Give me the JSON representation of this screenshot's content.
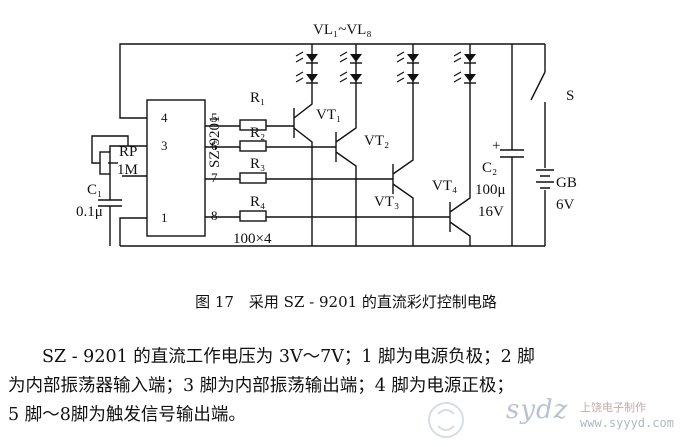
{
  "diagram": {
    "led_group_label": "VL₁~VL₈",
    "ic_name": "SZ-9201",
    "pins": [
      "1",
      "3",
      "4",
      "5",
      "6",
      "7",
      "8"
    ],
    "resistors": [
      "R₁",
      "R₂",
      "R₃",
      "R₄"
    ],
    "resistor_value": "100×4",
    "transistors": [
      "VT₁",
      "VT₂",
      "VT₃",
      "VT₄"
    ],
    "rp_label": "RP",
    "rp_value": "1M",
    "c1_label": "C₁",
    "c1_value": "0.1μ",
    "c2_label": "C₂",
    "c2_plus": "+",
    "c2_value_cap": "100μ",
    "c2_value_volt": "16V",
    "battery_label": "GB",
    "battery_value": "6V",
    "switch_label": "S"
  },
  "caption": "图 17　采用 SZ - 9201 的直流彩灯控制电路",
  "paragraph": [
    "SZ - 9201 的直流工作电压为 3V～7V；1 脚为电源负极；2 脚",
    "为内部振荡器输入端；3 脚为内部振荡输出端；4 脚为电源正极；",
    "5 脚～8脚为触发信号输出端。"
  ],
  "watermark": {
    "brand": "sydz",
    "site_name": "上饶电子制作",
    "url": "www.syyyd.com"
  }
}
